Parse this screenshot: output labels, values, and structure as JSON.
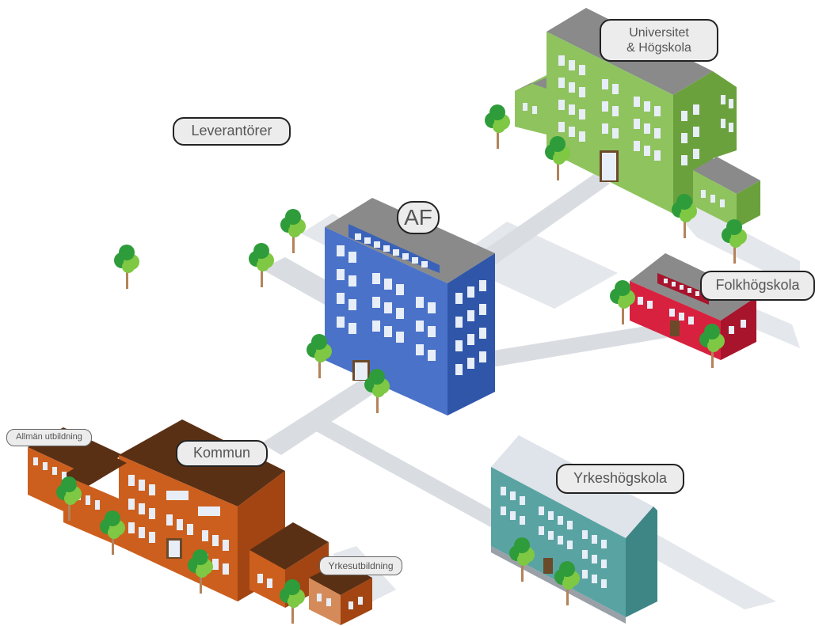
{
  "labels": {
    "af": "AF",
    "leverantorer": "Leverantörer",
    "universitet": "Universitet\n& Högskola",
    "folkhogskola": "Folkhögskola",
    "kommun": "Kommun",
    "allman": "Allmän utbildning",
    "yrkesutbildning": "Yrkesutbildning",
    "yrkeshogskola": "Yrkeshögskola"
  },
  "colors": {
    "road": "#d9dde2",
    "shadow": "#e4e7eb",
    "roof": "#8a8a8a",
    "af": "#4a72c8",
    "leverantorer": "#f5c535",
    "universitet": "#8fc35e",
    "folkhogskola": "#d8213f",
    "kommun": "#cc5f1e",
    "kommun_roof": "#5a3015",
    "yrkeshogskola": "#5aa3a3",
    "yrkeshogskola_roof": "#dfe3ea",
    "window": "#e8eef8",
    "tree_dark": "#2e9c3a",
    "tree_light": "#7ec843",
    "trunk": "#b3835a"
  }
}
